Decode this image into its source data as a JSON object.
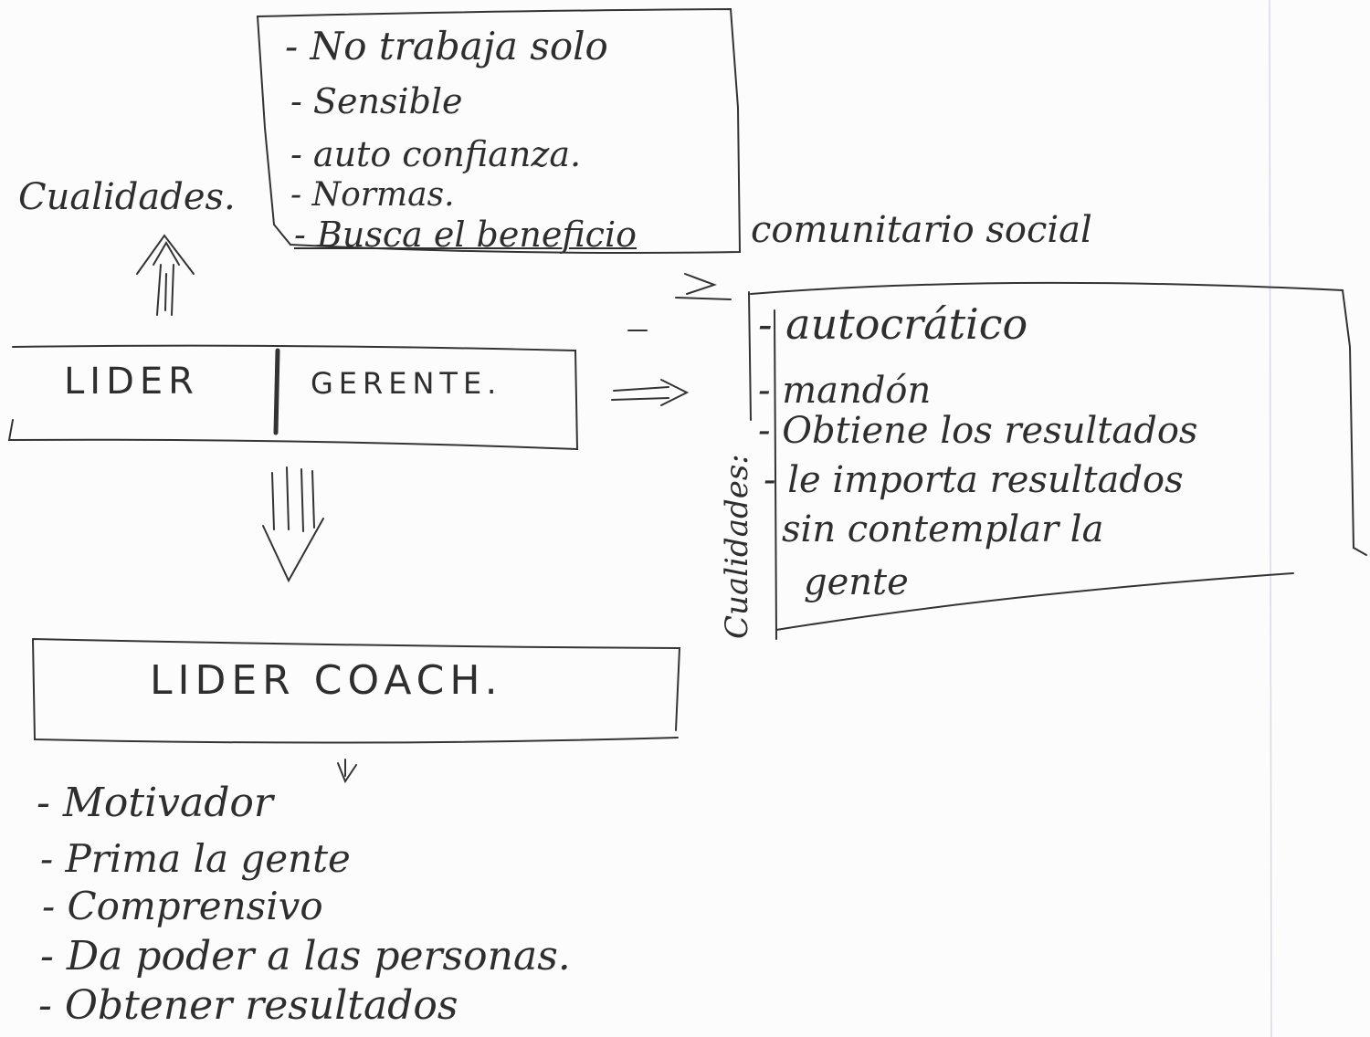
{
  "top_box": {
    "items": [
      "- No trabaja solo",
      "- Sensible",
      "- auto confianza.",
      "- Normas.",
      "- Busca el beneficio"
    ],
    "continuation": "comunitario social"
  },
  "left_label": "Cualidades.",
  "center_box": {
    "left": "LIDER",
    "right": "GERENTE."
  },
  "right_box": {
    "side_label": "Cualidades:",
    "items": [
      "- autocrático",
      "- mandón",
      "- Obtiene los resultados",
      "- le importa resultados",
      "sin contemplar la",
      "gente"
    ]
  },
  "bottom_box": {
    "label": "LIDER COACH."
  },
  "bottom_list": [
    "- Motivador",
    "- Prima la gente",
    "- Comprensivo",
    "- Da poder a las personas.",
    "- Obtener resultados"
  ]
}
